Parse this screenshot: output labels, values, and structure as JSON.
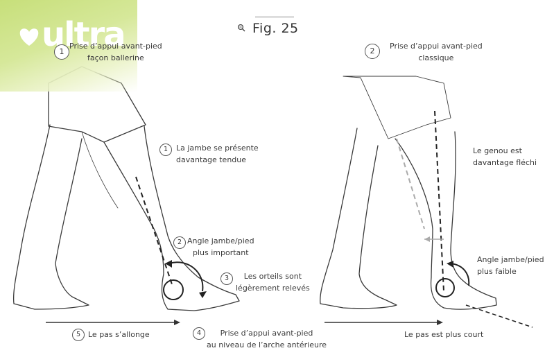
{
  "brand": {
    "logo_text": "ultra",
    "logo_icon": "heart-icon"
  },
  "figure": {
    "title": "Fig. 25",
    "zoom_icon": "zoom-icon"
  },
  "left_panel": {
    "badge": "1",
    "title_line1": "Prise d’appui avant-pied",
    "title_line2": "façon ballerine",
    "annotations": [
      {
        "num": "1",
        "line1": "La jambe se présente",
        "line2": "davantage tendue"
      },
      {
        "num": "2",
        "line1": "Angle jambe/pied",
        "line2": "plus important"
      },
      {
        "num": "3",
        "line1": "Les orteils sont",
        "line2": "légèrement relevés"
      },
      {
        "num": "4",
        "line1": "Prise d’appui avant-pied",
        "line2": "au niveau de l’arche antérieure"
      },
      {
        "num": "5",
        "line1": "Le pas s’allonge"
      }
    ]
  },
  "right_panel": {
    "badge": "2",
    "title_line1": "Prise d’appui avant-pied",
    "title_line2": "classique",
    "annotations": [
      {
        "line1": "Le genou est",
        "line2": "davantage fléchi"
      },
      {
        "line1": "Angle jambe/pied",
        "line2": "plus faible"
      },
      {
        "line1": "Le pas est plus court"
      }
    ]
  },
  "colors": {
    "brand_green": "#c7df7a",
    "ink": "#3a3a3a",
    "dash_grey": "#9a9a9a"
  }
}
